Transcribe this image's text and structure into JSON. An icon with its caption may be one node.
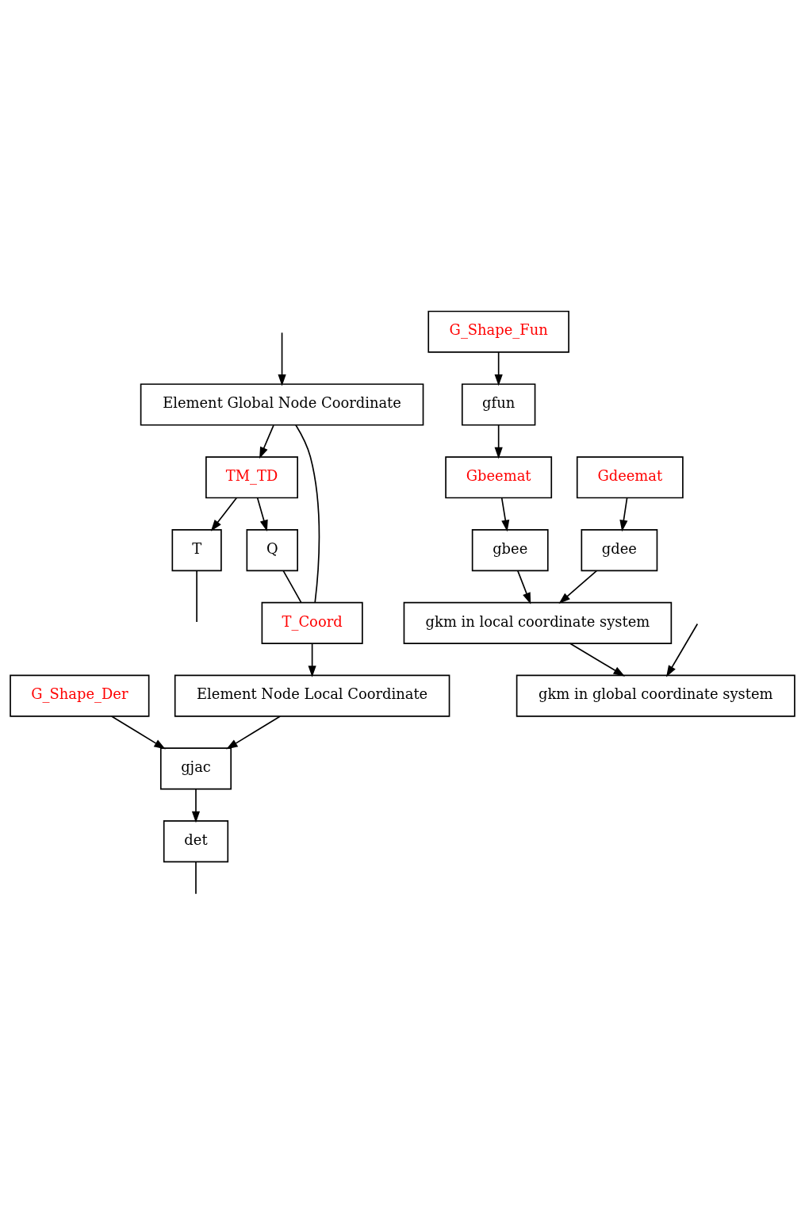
{
  "diagram": {
    "nodes": [
      {
        "text": [
          "Element Global Node Coordinate"
        ]
      },
      {
        "text": [
          "TM_TD"
        ]
      },
      {
        "text": [
          "T"
        ]
      },
      {
        "text": [
          "Q"
        ]
      },
      {
        "text": [
          "T_Coord"
        ]
      },
      {
        "text": [
          "G_Shape_Der"
        ]
      },
      {
        "text": [
          "Element Node Local Coordinate"
        ]
      },
      {
        "text": [
          "gjac"
        ]
      },
      {
        "text": [
          "det"
        ]
      },
      {
        "text": [
          "G_Shape_Fun"
        ]
      },
      {
        "text": [
          "gfun"
        ]
      },
      {
        "text": [
          "Gbeemat"
        ]
      },
      {
        "text": [
          "gkm in local coordinate system"
        ]
      },
      {
        "text": [
          "gbee"
        ]
      },
      {
        "text": [
          "gdee"
        ]
      },
      {
        "text": [
          "Gdeemat"
        ]
      },
      {
        "text": [
          "gkm in global coordinate system"
        ]
      }
    ],
    "edges": [
      {
        "from": null,
        "to": 0,
        "arrow": "to"
      },
      {
        "from": 0,
        "to": 1,
        "arrow": "to"
      },
      {
        "from": 1,
        "to": 2,
        "arrow": "to"
      },
      {
        "from": 1,
        "to": 3,
        "arrow": "to"
      },
      {
        "from": 2,
        "to": null,
        "arrow": "none"
      },
      {
        "from": 0,
        "to": 4,
        "arrow": "none"
      },
      {
        "from": 3,
        "to": 4,
        "arrow": "none"
      },
      {
        "from": 4,
        "to": 6,
        "arrow": "to"
      },
      {
        "from": 5,
        "to": 7,
        "arrow": "to"
      },
      {
        "from": 6,
        "to": 7,
        "arrow": "to"
      },
      {
        "from": 7,
        "to": 8,
        "arrow": "to"
      },
      {
        "from": 8,
        "to": null,
        "arrow": "none"
      },
      {
        "from": 9,
        "to": 10,
        "arrow": "to"
      },
      {
        "from": 10,
        "to": 11,
        "arrow": "to"
      },
      {
        "from": 11,
        "to": 13,
        "arrow": "to"
      },
      {
        "from": 13,
        "to": 12,
        "arrow": "to"
      },
      {
        "from": 14,
        "to": 12,
        "arrow": "to"
      },
      {
        "from": 15,
        "to": 14,
        "arrow": "to"
      },
      {
        "from": 12,
        "to": 16,
        "arrow": "to"
      },
      {
        "from": null,
        "to": 16,
        "arrow": "to"
      }
    ]
  }
}
